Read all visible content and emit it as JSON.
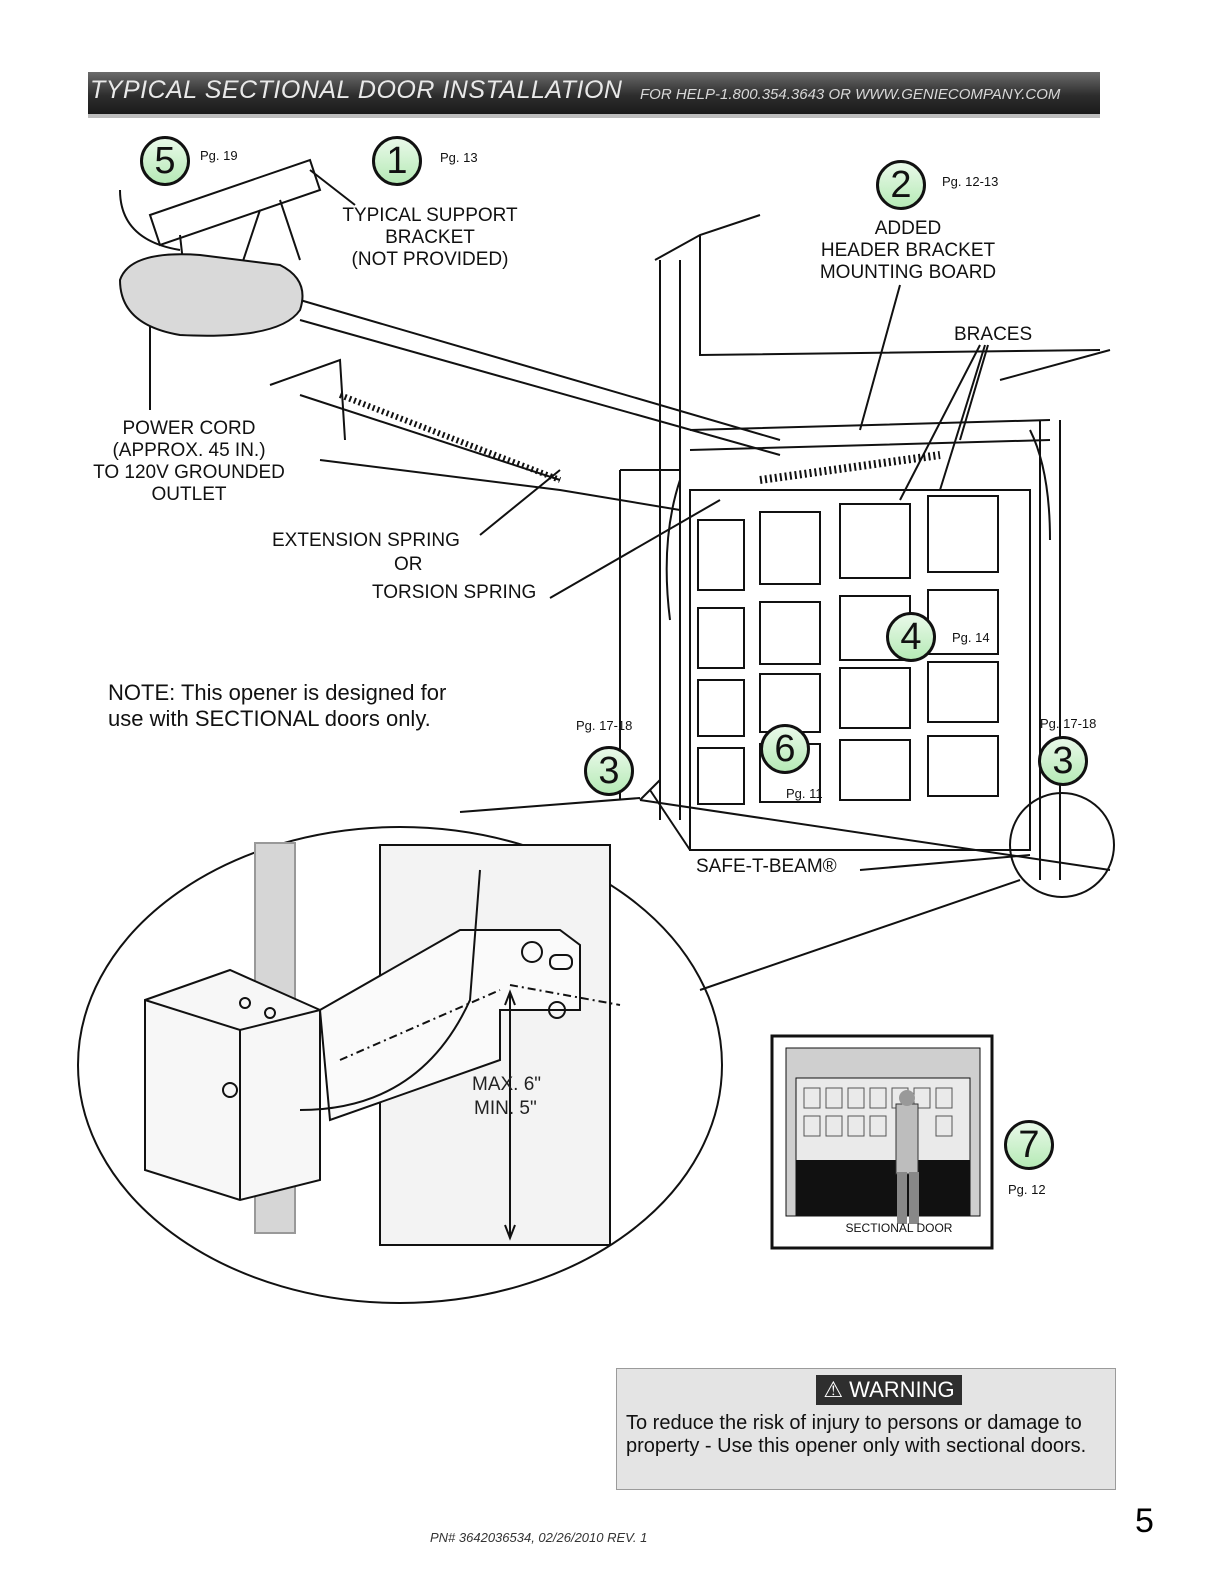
{
  "header": {
    "title": "TYPICAL SECTIONAL DOOR INSTALLATION",
    "help": "FOR HELP-1.800.354.3643 OR WWW.GENIECOMPANY.COM"
  },
  "callouts": {
    "c1": {
      "num": "1",
      "page": "Pg. 13"
    },
    "c2": {
      "num": "2",
      "page": "Pg. 12-13"
    },
    "c3_left": {
      "num": "3",
      "page": "Pg. 17-18"
    },
    "c3_right": {
      "num": "3",
      "page": "Pg. 17-18"
    },
    "c4": {
      "num": "4",
      "page": "Pg. 14"
    },
    "c5": {
      "num": "5",
      "page": "Pg. 19"
    },
    "c6": {
      "num": "6",
      "page": "Pg. 11"
    },
    "c7": {
      "num": "7",
      "page": "Pg. 12"
    }
  },
  "labels": {
    "support_bracket": [
      "TYPICAL SUPPORT",
      "BRACKET",
      "(NOT PROVIDED)"
    ],
    "header_bracket": [
      "ADDED",
      "HEADER BRACKET",
      "MOUNTING BOARD"
    ],
    "braces": "BRACES",
    "power_cord": [
      "POWER CORD",
      "(APPROX. 45 IN.)",
      "TO 120V GROUNDED",
      "OUTLET"
    ],
    "spring": [
      "EXTENSION SPRING",
      "OR",
      "TORSION SPRING"
    ],
    "safe_t_beam": "SAFE-T-BEAM®",
    "max": "MAX. 6\"",
    "min": "MIN. 5\"",
    "sectional_door": "SECTIONAL DOOR"
  },
  "note": [
    "NOTE: This opener is designed for",
    "use with SECTIONAL doors only."
  ],
  "warning": {
    "title": "WARNING",
    "text": "To reduce the risk of injury to persons or damage to property - Use this opener only with sectional doors."
  },
  "footer": {
    "part_number": "PN# 3642036534, 02/26/2010  REV. 1",
    "page_number": "5"
  },
  "colors": {
    "callout_fill": "#c6efc6",
    "header_bar": "#2e2e2e",
    "warning_bg": "#e4e4e4"
  }
}
